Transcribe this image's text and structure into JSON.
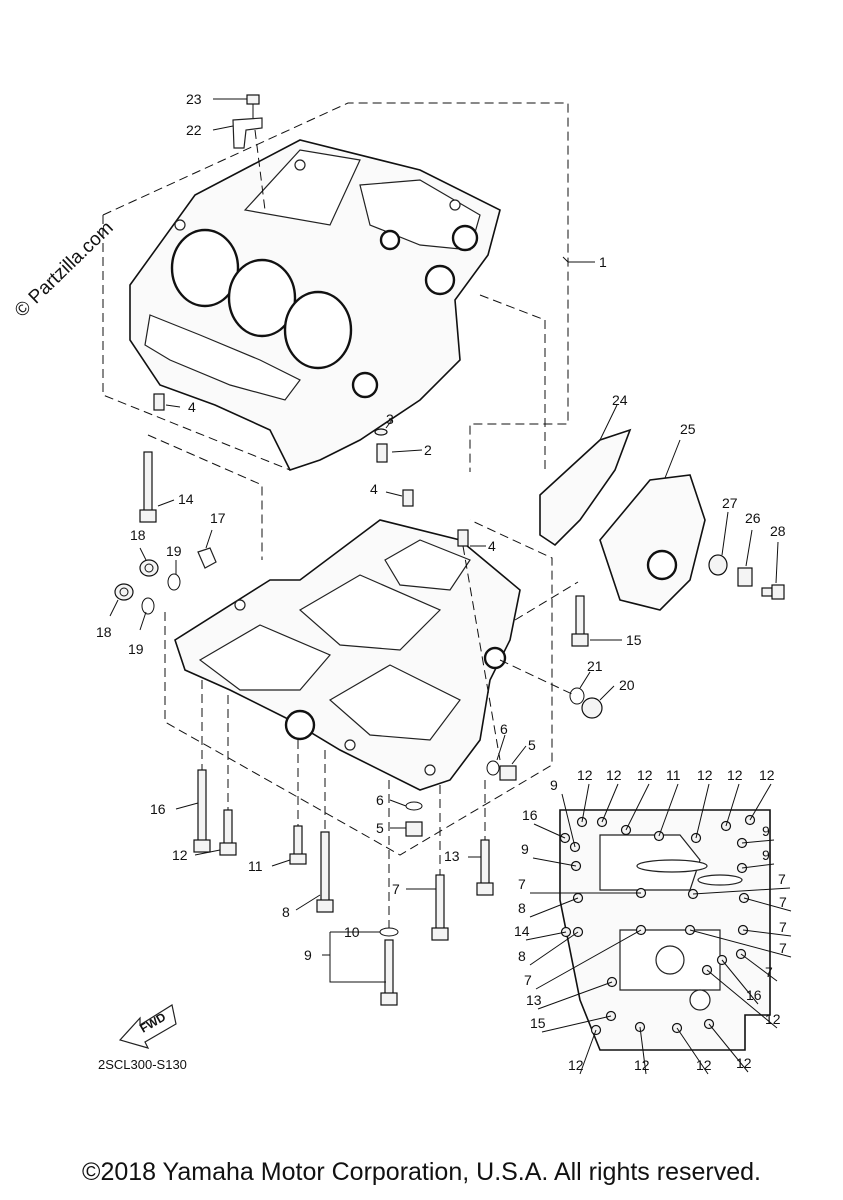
{
  "watermark": "© Partzilla.com",
  "diagram_code": "2SCL300-S130",
  "fwd_label": "FWD",
  "copyright": "©2018 Yamaha Motor Corporation, U.S.A. All rights reserved.",
  "callouts": {
    "c1": "1",
    "c2": "2",
    "c3": "3",
    "c4a": "4",
    "c4b": "4",
    "c4c": "4",
    "c5a": "5",
    "c5b": "5",
    "c6a": "6",
    "c6b": "6",
    "c7": "7",
    "c8": "8",
    "c9": "9",
    "c10": "10",
    "c11": "11",
    "c12": "12",
    "c13": "13",
    "c14": "14",
    "c15": "15",
    "c16": "16",
    "c17": "17",
    "c18a": "18",
    "c18b": "18",
    "c19a": "19",
    "c19b": "19",
    "c20": "20",
    "c21": "21",
    "c22": "22",
    "c23": "23",
    "c24": "24",
    "c25": "25",
    "c26": "26",
    "c27": "27",
    "c28": "28"
  },
  "detail_callouts": [
    "12",
    "12",
    "12",
    "11",
    "12",
    "12",
    "12",
    "9",
    "16",
    "9",
    "9",
    "9",
    "7",
    "7",
    "8",
    "7",
    "7",
    "14",
    "8",
    "7",
    "7",
    "7",
    "16",
    "13",
    "12",
    "15",
    "12",
    "12",
    "12",
    "12",
    "15"
  ]
}
